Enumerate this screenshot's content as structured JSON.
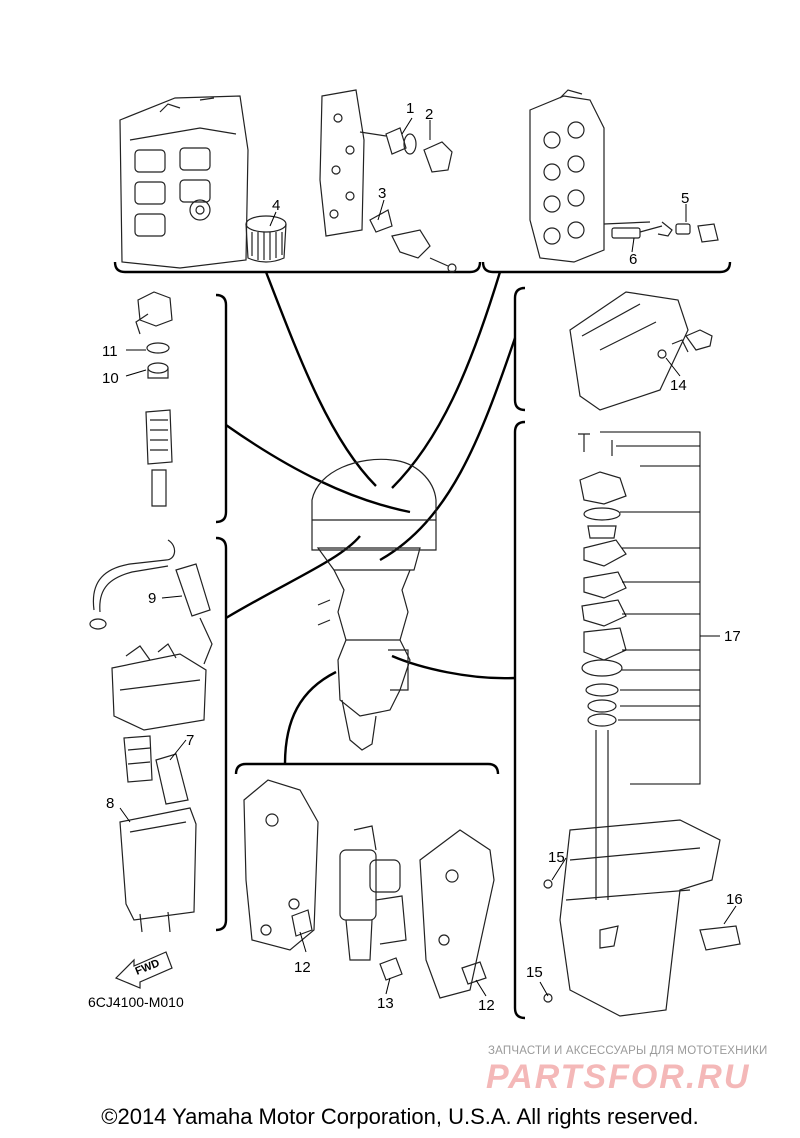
{
  "diagram": {
    "code": "6CJ4100-M010",
    "fwd_label": "FWD",
    "copyright": "©2014 Yamaha Motor Corporation, U.S.A. All rights reserved.",
    "callouts": [
      "1",
      "2",
      "3",
      "4",
      "5",
      "6",
      "7",
      "8",
      "9",
      "10",
      "11",
      "12",
      "12",
      "13",
      "14",
      "15",
      "15",
      "16",
      "17"
    ]
  },
  "watermark": {
    "caption": "ЗАПЧАСТИ И АКСЕССУАРЫ ДЛЯ МОТОТЕХНИКИ",
    "logo": "PARTSFOR.RU",
    "logo_color": "#f4b8b8"
  }
}
